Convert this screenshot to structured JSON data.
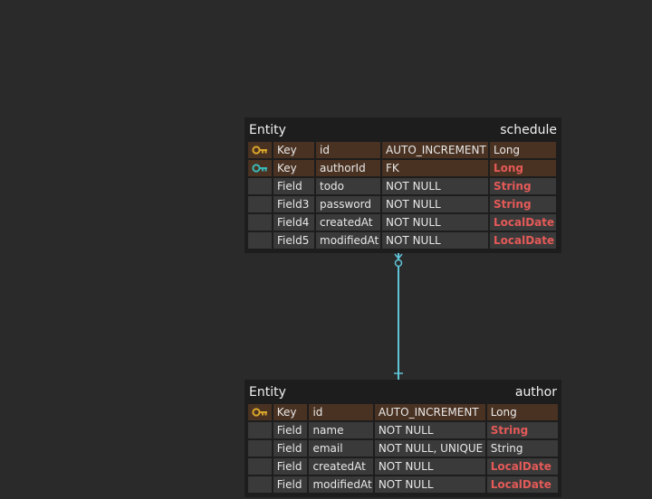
{
  "entities": {
    "schedule": {
      "kind_label": "Entity",
      "name": "schedule",
      "rows": [
        {
          "role": "Key",
          "name": "id",
          "constraint": "AUTO_INCREMENT",
          "type": "Long",
          "key": "primary",
          "type_color": "plain"
        },
        {
          "role": "Key",
          "name": "authorId",
          "constraint": "FK",
          "type": "Long",
          "key": "foreign",
          "type_color": "red"
        },
        {
          "role": "Field",
          "name": "todo",
          "constraint": "NOT NULL",
          "type": "String",
          "key": "none",
          "type_color": "red"
        },
        {
          "role": "Field3",
          "name": "password",
          "constraint": "NOT NULL",
          "type": "String",
          "key": "none",
          "type_color": "red"
        },
        {
          "role": "Field4",
          "name": "createdAt",
          "constraint": "NOT NULL",
          "type": "LocalDate",
          "key": "none",
          "type_color": "red"
        },
        {
          "role": "Field5",
          "name": "modifiedAt",
          "constraint": "NOT NULL",
          "type": "LocalDate",
          "key": "none",
          "type_color": "red"
        }
      ]
    },
    "author": {
      "kind_label": "Entity",
      "name": "author",
      "rows": [
        {
          "role": "Key",
          "name": "id",
          "constraint": "AUTO_INCREMENT",
          "type": "Long",
          "key": "primary",
          "type_color": "plain"
        },
        {
          "role": "Field",
          "name": "name",
          "constraint": "NOT NULL",
          "type": "String",
          "key": "none",
          "type_color": "red"
        },
        {
          "role": "Field",
          "name": "email",
          "constraint": "NOT NULL, UNIQUE",
          "type": "String",
          "key": "none",
          "type_color": "plain"
        },
        {
          "role": "Field",
          "name": "createdAt",
          "constraint": "NOT NULL",
          "type": "LocalDate",
          "key": "none",
          "type_color": "red"
        },
        {
          "role": "Field",
          "name": "modifiedAt",
          "constraint": "NOT NULL",
          "type": "LocalDate",
          "key": "none",
          "type_color": "red"
        }
      ]
    }
  },
  "relationship": {
    "from": "schedule",
    "to": "author",
    "from_end": "zero-or-many",
    "to_end": "exactly-one",
    "line_color": "#5fc4d6"
  },
  "colors": {
    "primary_key_icon": "#d9a62a",
    "foreign_key_icon": "#38b8b8",
    "type_red": "#e45a58",
    "key_row_bg": "#4a3222"
  },
  "icons": {
    "primary": "primary-key-icon",
    "foreign": "foreign-key-icon"
  }
}
